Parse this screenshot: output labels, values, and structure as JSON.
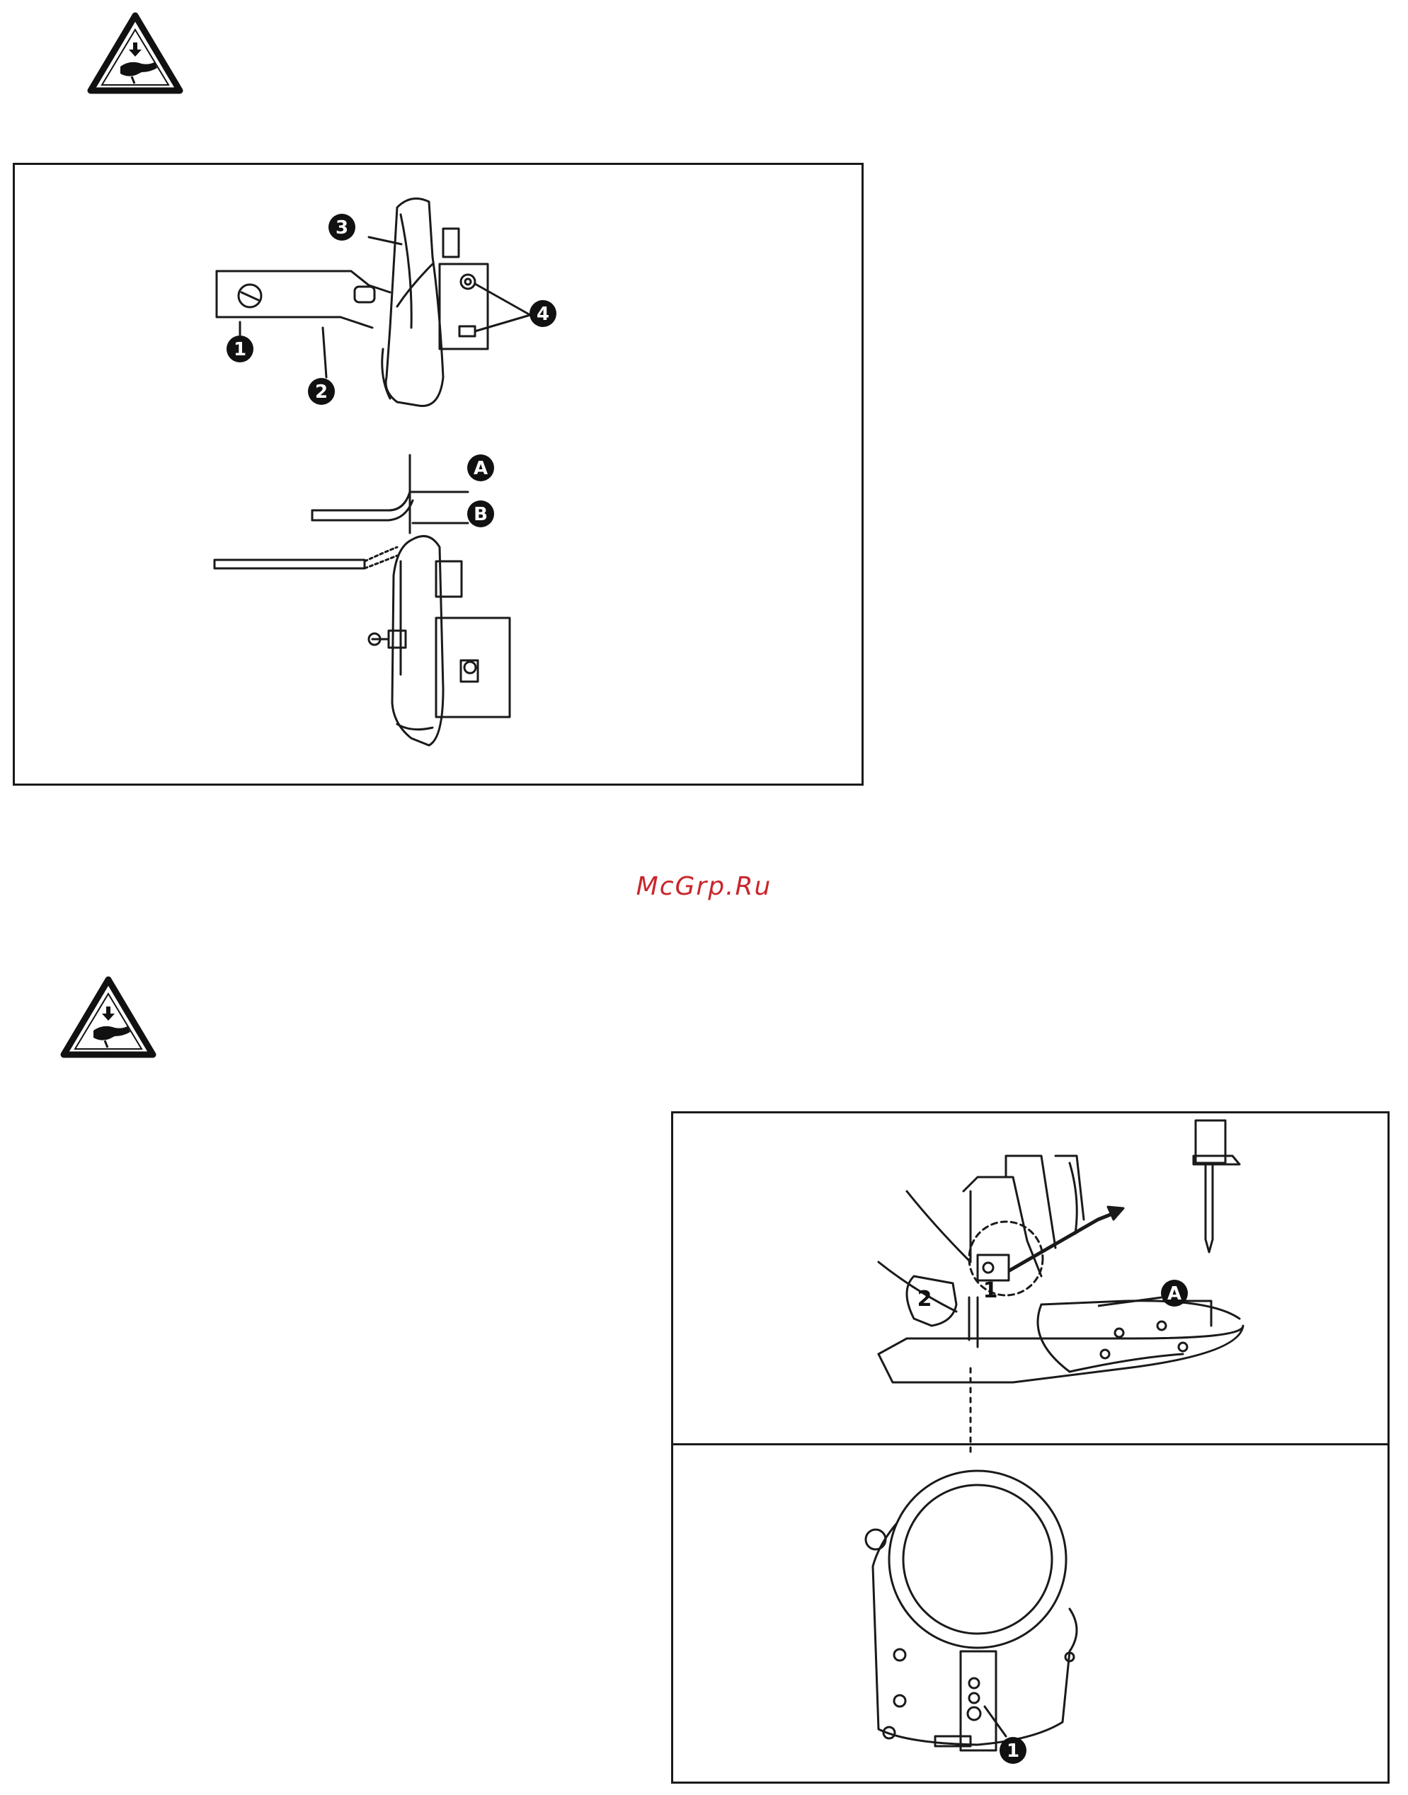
{
  "warnings": [
    {
      "icon": "hand-crush-warning-icon"
    },
    {
      "icon": "hand-crush-warning-icon"
    }
  ],
  "figure_top": {
    "callouts": [
      "1",
      "2",
      "3",
      "4"
    ],
    "letters": [
      "A",
      "B"
    ]
  },
  "figure_bottom": {
    "callouts": [
      "1"
    ],
    "letters": [
      "A"
    ],
    "plain_labels": [
      "1",
      "2"
    ]
  },
  "watermark": "McGrp.Ru",
  "colors": {
    "line": "#1a1a1a",
    "watermark": "#c8262c"
  }
}
